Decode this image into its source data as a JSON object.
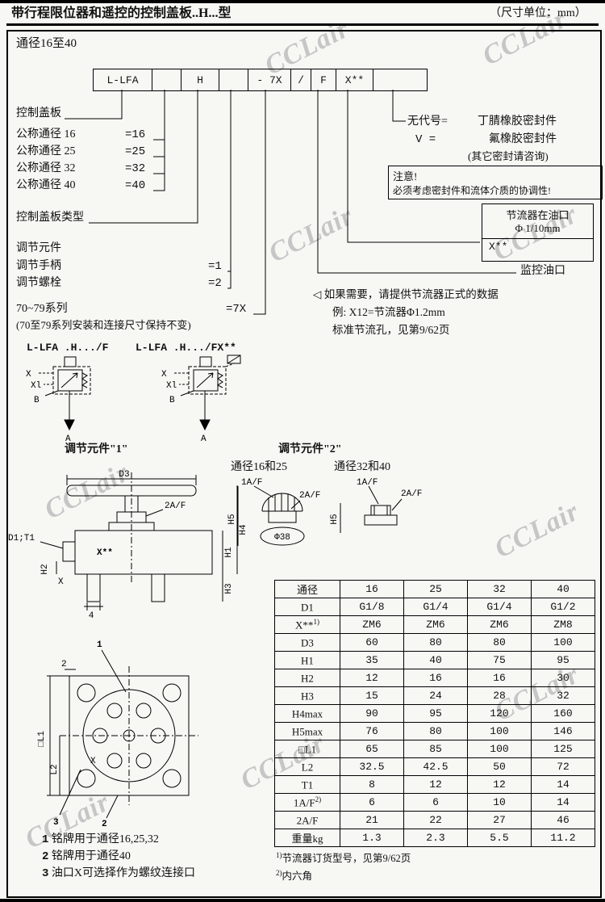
{
  "header": {
    "title": "带行程限位器和遥控的控制盖板..H...型",
    "units": "（尺寸单位：mm）"
  },
  "section": {
    "title": "通径16至40"
  },
  "model_code": {
    "cells": [
      "L-LFA",
      "",
      "H",
      "",
      "- 7X",
      "/",
      "F",
      "X**",
      ""
    ]
  },
  "left_legend": {
    "control_cover": "控制盖板",
    "nominal_sizes": [
      {
        "label": "公称通径 16",
        "code": "=16"
      },
      {
        "label": "公称通径 25",
        "code": "=25"
      },
      {
        "label": "公称通径 32",
        "code": "=32"
      },
      {
        "label": "公称通径 40",
        "code": "=40"
      }
    ],
    "cover_type": "控制盖板类型",
    "adjust_element": "调节元件",
    "adjust_options": [
      {
        "label": "调节手柄",
        "code": "=1"
      },
      {
        "label": "调节螺栓",
        "code": "=2"
      }
    ],
    "series": {
      "label": "70~79系列",
      "code": "=7X"
    },
    "series_note": "(70至79系列安装和连接尺寸保持不变)"
  },
  "right_legend": {
    "seal_none": {
      "label": "无代号=",
      "value": "丁腈橡胶密封件"
    },
    "seal_v": {
      "label": "V =",
      "value": "氟橡胶密封件"
    },
    "seal_note": "(其它密封请咨询)",
    "caution_title": "注意!",
    "caution_text": "必须考虑密封件和流体介质的协调性!",
    "throttle_box": {
      "line1": "节流器在油口",
      "line2": "Φ 1/10mm",
      "line3": "X**"
    },
    "monitor_port": "监控油口"
  },
  "note": {
    "marker": "◁",
    "line1": "如果需要，请提供节流器正式的数据",
    "line2": "例: X12=节流器Φ1.2mm",
    "line3": "标准节流孔，见第9/62页"
  },
  "symbols": {
    "left_label": "L-LFA .H.../F",
    "right_label": "L-LFA .H.../FX**",
    "ports": {
      "x": "X",
      "xl": "Xl",
      "b": "B",
      "a": "A"
    }
  },
  "drawings": {
    "elem1_title": "调节元件\"1\"",
    "elem2_title": "调节元件\"2\"",
    "elem2_sub1": "通径16和25",
    "elem2_sub2": "通径32和40",
    "dims": {
      "d3": "D3",
      "af2": "2A/F",
      "af1": "1A/F",
      "d1t1": "D1;T1",
      "xstar": "X**",
      "x": "X",
      "h1": "H1",
      "h2": "H2",
      "h3": "H3",
      "h4": "H4",
      "h5": "H5",
      "phi38": "Φ38",
      "four": "4"
    }
  },
  "table": {
    "header": [
      "通径",
      "16",
      "25",
      "32",
      "40"
    ],
    "rows": [
      {
        "label": "D1",
        "values": [
          "G1/8",
          "G1/4",
          "G1/4",
          "G1/2"
        ]
      },
      {
        "label": "X**",
        "sup": "1)",
        "values": [
          "ZM6",
          "ZM6",
          "ZM6",
          "ZM8"
        ]
      },
      {
        "label": "D3",
        "values": [
          "60",
          "80",
          "80",
          "100"
        ]
      },
      {
        "label": "H1",
        "values": [
          "35",
          "40",
          "75",
          "95"
        ]
      },
      {
        "label": "H2",
        "values": [
          "12",
          "16",
          "16",
          "30"
        ]
      },
      {
        "label": "H3",
        "values": [
          "15",
          "24",
          "28",
          "32"
        ]
      },
      {
        "label": "H4max",
        "values": [
          "90",
          "95",
          "120",
          "160"
        ]
      },
      {
        "label": "H5max",
        "values": [
          "76",
          "80",
          "100",
          "146"
        ]
      },
      {
        "label": "□L1",
        "values": [
          "65",
          "85",
          "100",
          "125"
        ]
      },
      {
        "label": "L2",
        "values": [
          "32.5",
          "42.5",
          "50",
          "72"
        ]
      },
      {
        "label": "T1",
        "values": [
          "8",
          "12",
          "12",
          "14"
        ]
      },
      {
        "label": "1A/F",
        "sup": "2)",
        "values": [
          "6",
          "6",
          "10",
          "14"
        ]
      },
      {
        "label": "2A/F",
        "values": [
          "21",
          "22",
          "27",
          "46"
        ]
      },
      {
        "label": "重量kg",
        "values": [
          "1.3",
          "2.3",
          "5.5",
          "11.2"
        ]
      }
    ],
    "footnotes": [
      {
        "sup": "1)",
        "text": "节流器订货型号，见第9/62页"
      },
      {
        "sup": "2)",
        "text": "内六角"
      }
    ]
  },
  "flange_notes": [
    {
      "num": "1",
      "text": "铭牌用于通径16,25,32"
    },
    {
      "num": "2",
      "text": "铭牌用于通径40"
    },
    {
      "num": "3",
      "text": "油口X可选择作为螺纹连接口"
    }
  ],
  "flange_labels": {
    "one": "1",
    "two": "2",
    "three": "3",
    "l1": "□L1",
    "l2": "L2",
    "thk": "2",
    "x": "X"
  },
  "watermark": {
    "text": "CCLair"
  }
}
